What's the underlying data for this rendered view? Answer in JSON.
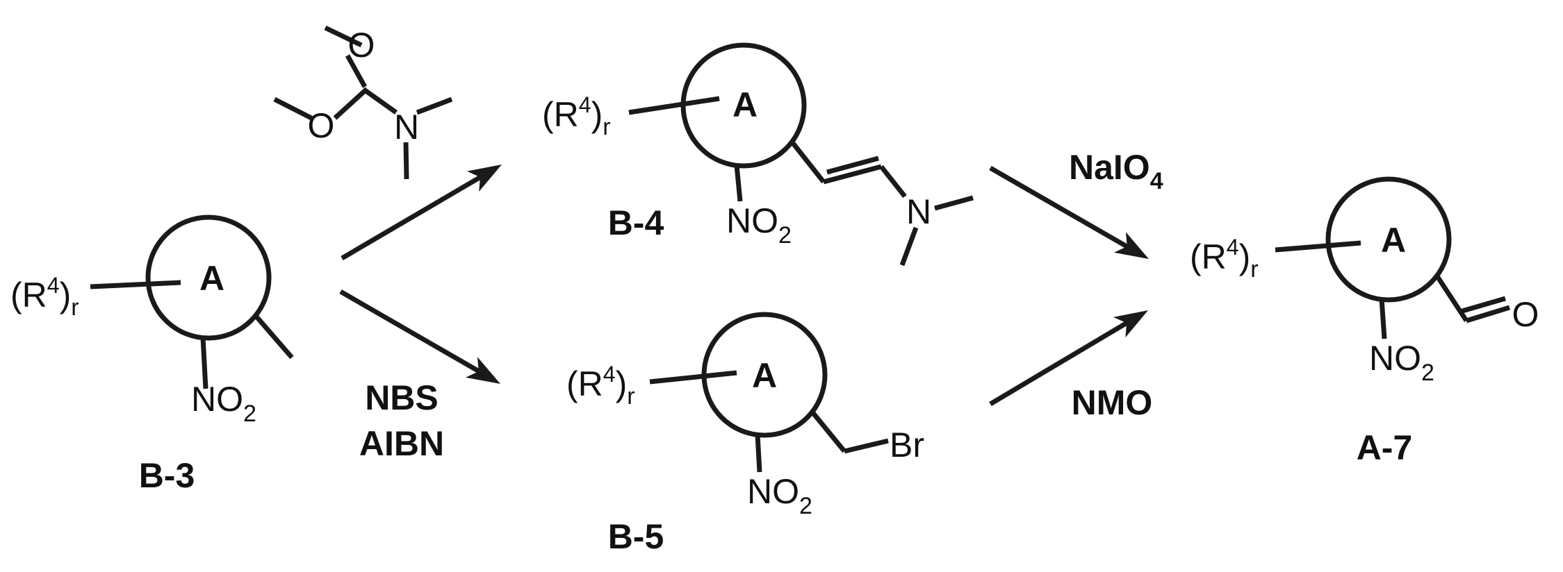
{
  "compounds": {
    "b3": {
      "id": "B-3",
      "ring": "A",
      "substituent": "(R",
      "sub_sup": "4",
      "sub_close": ")",
      "sub_index": "r",
      "nitro": "NO",
      "nitro_sub": "2"
    },
    "b4": {
      "id": "B-4",
      "ring": "A",
      "substituent": "(R",
      "sub_sup": "4",
      "sub_close": ")",
      "sub_index": "r",
      "nitro": "NO",
      "nitro_sub": "2",
      "amine": "N"
    },
    "b5": {
      "id": "B-5",
      "ring": "A",
      "substituent": "(R",
      "sub_sup": "4",
      "sub_close": ")",
      "sub_index": "r",
      "nitro": "NO",
      "nitro_sub": "2",
      "halogen": "Br"
    },
    "a7": {
      "id": "A-7",
      "ring": "A",
      "substituent": "(R",
      "sub_sup": "4",
      "sub_close": ")",
      "sub_index": "r",
      "nitro": "NO",
      "nitro_sub": "2",
      "carbonyl_o": "O"
    }
  },
  "reagents": {
    "dmf_dma": {
      "o1": "O",
      "o2": "O",
      "n": "N"
    },
    "nbs": "NBS",
    "aibn": "AIBN",
    "naio4": "NaIO",
    "naio4_sub": "4",
    "nmo": "NMO"
  }
}
